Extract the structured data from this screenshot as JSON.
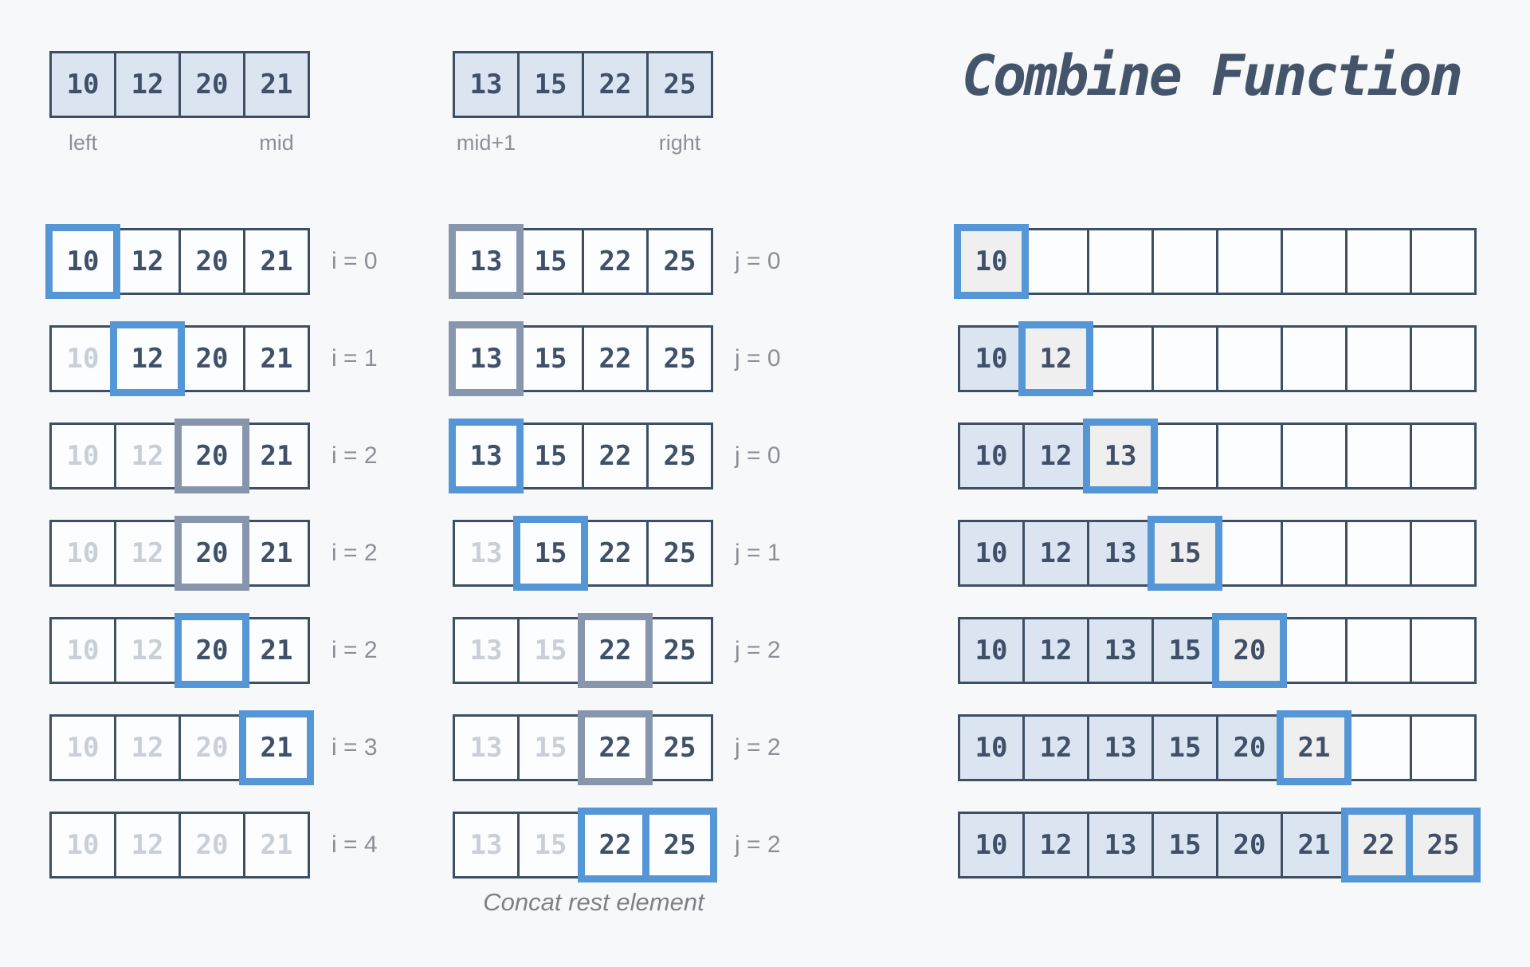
{
  "title": "Combine Function",
  "footnote": "Concat rest element",
  "colors": {
    "background": "#f7f8fa",
    "cell_border": "#3e4f63",
    "cell_fill": "#fcfdfe",
    "cell_fill_source": "#dbe5f2",
    "cell_fill_placed": "#efeff0",
    "highlight_blue": "#5596d6",
    "highlight_gray": "#8896ad",
    "text_dark": "#3f5068",
    "text_faded": "#c9cfd8",
    "text_label": "#8a9098",
    "footnote_color": "#7d8187",
    "title_color": "#44546a"
  },
  "top_arrays": {
    "left": {
      "cells": [
        "10",
        "12",
        "20",
        "21"
      ],
      "start_label": "left",
      "end_label": "mid"
    },
    "right": {
      "cells": [
        "13",
        "15",
        "22",
        "25"
      ],
      "start_label": "mid+1",
      "end_label": "right"
    }
  },
  "left_column": {
    "values": [
      "10",
      "12",
      "20",
      "21"
    ],
    "rows": [
      {
        "label": "i = 0",
        "faded_count": 0,
        "highlights": [
          0
        ],
        "highlight_color": "blue"
      },
      {
        "label": "i = 1",
        "faded_count": 1,
        "highlights": [
          1
        ],
        "highlight_color": "blue"
      },
      {
        "label": "i = 2",
        "faded_count": 2,
        "highlights": [
          2
        ],
        "highlight_color": "gray"
      },
      {
        "label": "i = 2",
        "faded_count": 2,
        "highlights": [
          2
        ],
        "highlight_color": "gray"
      },
      {
        "label": "i = 2",
        "faded_count": 2,
        "highlights": [
          2
        ],
        "highlight_color": "blue"
      },
      {
        "label": "i = 3",
        "faded_count": 3,
        "highlights": [
          3
        ],
        "highlight_color": "blue"
      },
      {
        "label": "i = 4",
        "faded_count": 4,
        "highlights": [],
        "highlight_color": "none"
      }
    ]
  },
  "middle_column": {
    "values": [
      "13",
      "15",
      "22",
      "25"
    ],
    "rows": [
      {
        "label": "j = 0",
        "faded_count": 0,
        "highlights": [
          0
        ],
        "highlight_color": "gray"
      },
      {
        "label": "j = 0",
        "faded_count": 0,
        "highlights": [
          0
        ],
        "highlight_color": "gray"
      },
      {
        "label": "j = 0",
        "faded_count": 0,
        "highlights": [
          0
        ],
        "highlight_color": "blue"
      },
      {
        "label": "j = 1",
        "faded_count": 1,
        "highlights": [
          1
        ],
        "highlight_color": "blue"
      },
      {
        "label": "j = 2",
        "faded_count": 2,
        "highlights": [
          2
        ],
        "highlight_color": "gray"
      },
      {
        "label": "j = 2",
        "faded_count": 2,
        "highlights": [
          2
        ],
        "highlight_color": "gray"
      },
      {
        "label": "j = 2",
        "faded_count": 2,
        "highlights": [
          2,
          3
        ],
        "highlight_color": "blue"
      }
    ]
  },
  "merged_column": {
    "size": 8,
    "rows": [
      {
        "cells": [
          "10"
        ],
        "highlights": [
          0
        ]
      },
      {
        "cells": [
          "10",
          "12"
        ],
        "highlights": [
          1
        ]
      },
      {
        "cells": [
          "10",
          "12",
          "13"
        ],
        "highlights": [
          2
        ]
      },
      {
        "cells": [
          "10",
          "12",
          "13",
          "15"
        ],
        "highlights": [
          3
        ]
      },
      {
        "cells": [
          "10",
          "12",
          "13",
          "15",
          "20"
        ],
        "highlights": [
          4
        ]
      },
      {
        "cells": [
          "10",
          "12",
          "13",
          "15",
          "20",
          "21"
        ],
        "highlights": [
          5
        ]
      },
      {
        "cells": [
          "10",
          "12",
          "13",
          "15",
          "20",
          "21",
          "22",
          "25"
        ],
        "highlights": [
          6,
          7
        ]
      }
    ]
  }
}
